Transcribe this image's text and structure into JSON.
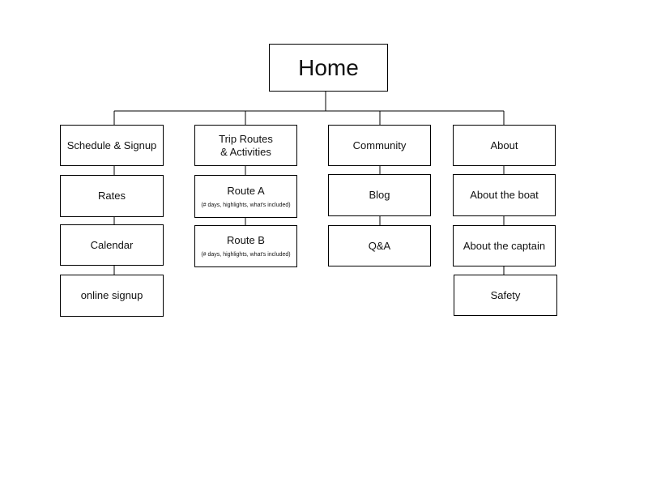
{
  "sitemap": {
    "root": {
      "label": "Home"
    },
    "columns": [
      {
        "header": {
          "label": "Schedule & Signup"
        },
        "children": [
          {
            "label": "Rates"
          },
          {
            "label": "Calendar"
          },
          {
            "label": "online signup"
          }
        ]
      },
      {
        "header": {
          "label": "Trip Routes\n& Activities"
        },
        "children": [
          {
            "label": "Route A",
            "note": "(# days, highlights, what's included)"
          },
          {
            "label": "Route B",
            "note": "(# days, highlights, what's included)"
          }
        ]
      },
      {
        "header": {
          "label": "Community"
        },
        "children": [
          {
            "label": "Blog"
          },
          {
            "label": "Q&A"
          }
        ]
      },
      {
        "header": {
          "label": "About"
        },
        "children": [
          {
            "label": "About the boat"
          },
          {
            "label": "About the captain"
          },
          {
            "label": "Safety"
          }
        ]
      }
    ]
  }
}
